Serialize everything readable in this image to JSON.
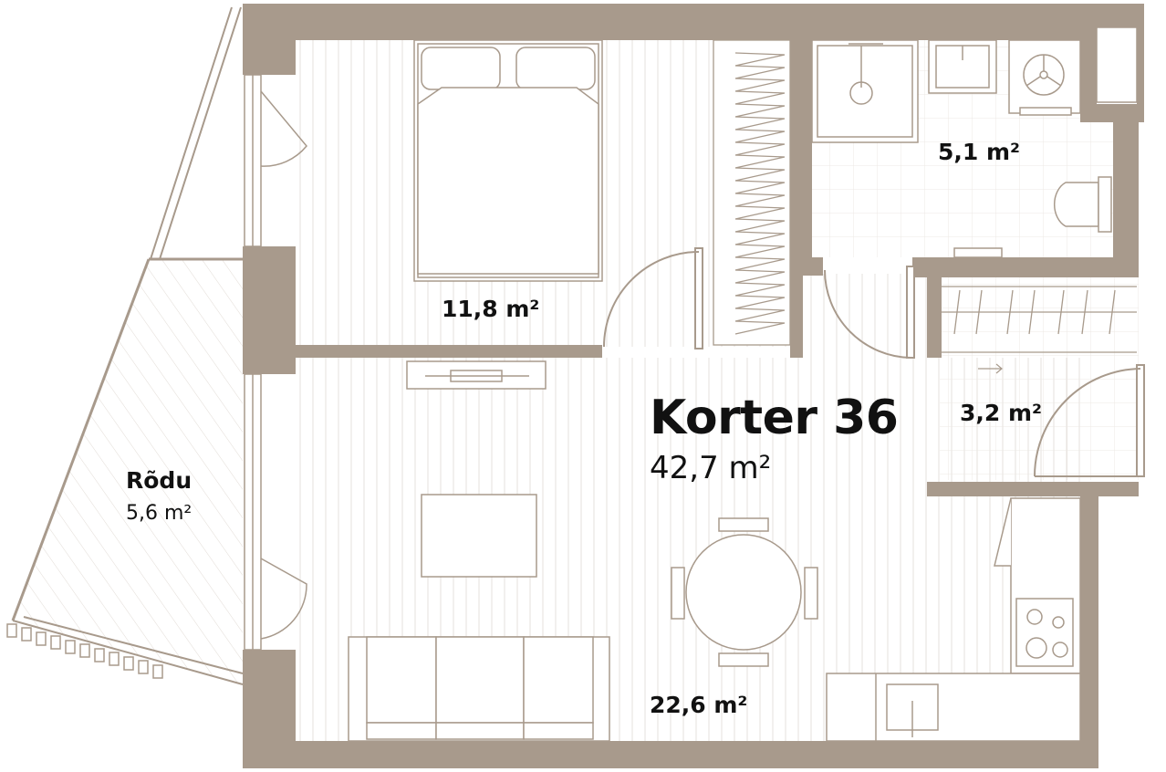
{
  "apartment": {
    "title": "Korter 36",
    "total_area": "42,7 m²"
  },
  "rooms": {
    "bedroom": {
      "area": "11,8 m²"
    },
    "bathroom": {
      "area": "5,1 m²"
    },
    "storage": {
      "area": "3,2 m²"
    },
    "living_kitchen": {
      "area": "22,6 m²"
    },
    "balcony": {
      "name": "Rõdu",
      "area": "5,6 m²"
    }
  },
  "colors": {
    "wall": "#a89a8c",
    "line": "#a89a8c",
    "hatch": "#e2dcd6",
    "tile": "#ece8e4",
    "text": "#111111"
  }
}
